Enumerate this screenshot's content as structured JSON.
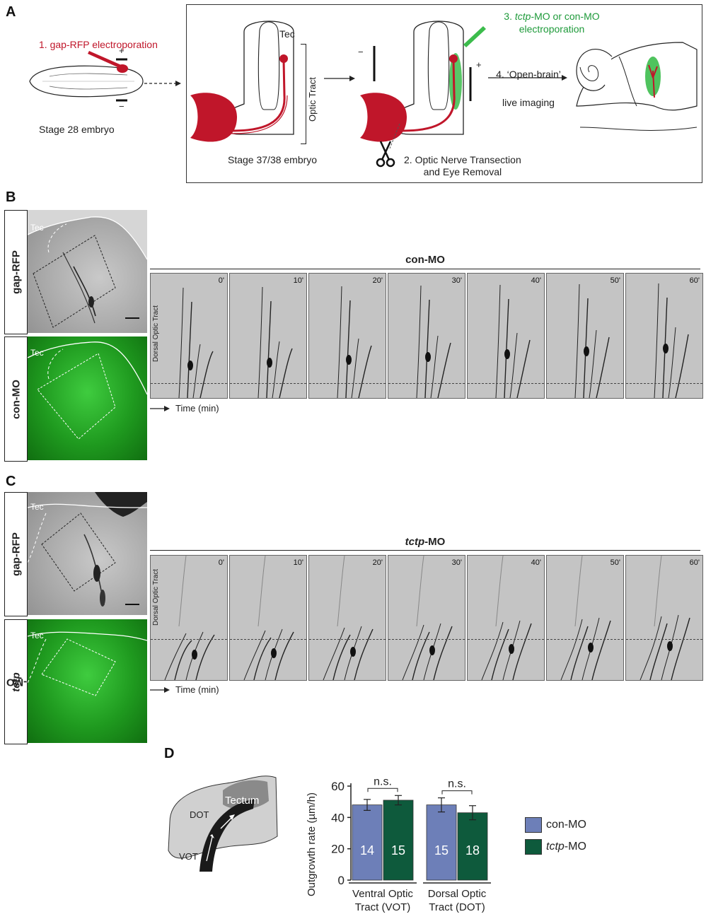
{
  "panel_labels": {
    "a": "A",
    "b": "B",
    "c": "C",
    "d": "D"
  },
  "panel_a": {
    "step1_prefix": "1.",
    "step1_text": "gap-RFP electroporation",
    "plus": "+",
    "minus": "−",
    "stage28": "Stage 28 embryo",
    "tec": "Tec",
    "optic_tract": "Optic Tract",
    "stage37": "Stage 37/38 embryo",
    "step3_prefix": "3.",
    "step3_italic": "tctp",
    "step3_rest": "-MO or con-MO",
    "step3_line2": "electroporation",
    "step2_line1": "2. Optic Nerve Transection",
    "step2_line2": "and Eye Removal",
    "step4_line1": "4. ‘Open-brain’",
    "step4_line2": "live imaging"
  },
  "panel_b": {
    "row1_label": "gap-RFP",
    "row2_label": "con-MO",
    "tec": "Tec",
    "title": "con-MO",
    "side_label": "Dorsal Optic Tract",
    "time_axis": "Time (min)",
    "times": [
      "0'",
      "10'",
      "20'",
      "30'",
      "40'",
      "50'",
      "60'"
    ]
  },
  "panel_c": {
    "row1_label": "gap-RFP",
    "row2_label_italic": "tctp",
    "row2_label_rest": "-MO",
    "tec": "Tec",
    "title_italic": "tctp",
    "title_rest": "-MO",
    "side_label": "Dorsal Optic Tract",
    "time_axis": "Time (min)",
    "times": [
      "0'",
      "10'",
      "20'",
      "30'",
      "40'",
      "50'",
      "60'"
    ]
  },
  "panel_d": {
    "diagram": {
      "tectum": "Tectum",
      "dot": "DOT",
      "vot": "VOT"
    },
    "legend": [
      {
        "label": "con-MO",
        "color": "#6d7fb8"
      },
      {
        "label_italic": "tctp",
        "label_rest": "-MO",
        "color": "#0e5a3c"
      }
    ],
    "significance": "n.s."
  },
  "chart_data": {
    "type": "bar",
    "ylabel": "Outgrowth rate (µm/h)",
    "ylim": [
      0,
      60
    ],
    "yticks": [
      0,
      20,
      40,
      60
    ],
    "groups": [
      {
        "label_line1": "Ventral Optic",
        "label_line2": "Tract (VOT)"
      },
      {
        "label_line1": "Dorsal Optic",
        "label_line2": "Tract (DOT)"
      }
    ],
    "series": [
      {
        "name": "con-MO",
        "color": "#6d7fb8",
        "values": [
          48,
          48
        ],
        "errors": [
          3.5,
          4.5
        ],
        "n": [
          "14",
          "15"
        ]
      },
      {
        "name": "tctp-MO",
        "color": "#0e5a3c",
        "values": [
          51,
          43
        ],
        "errors": [
          3,
          4.5
        ],
        "n": [
          "15",
          "18"
        ]
      }
    ],
    "significance": [
      "n.s.",
      "n.s."
    ]
  }
}
